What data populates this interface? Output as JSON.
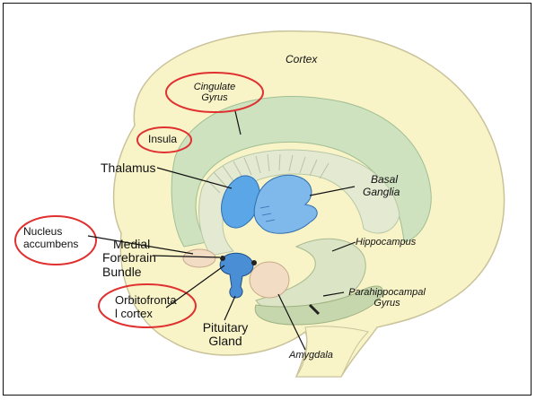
{
  "labels": {
    "cortex": "Cortex",
    "cingulate_1": "Cingulate",
    "cingulate_2": "Gyrus",
    "insula": "Insula",
    "thalamus": "Thalamus",
    "basal_1": "Basal",
    "basal_2": "Ganglia",
    "nucleus_1": "Nucleus",
    "nucleus_2": "accumbens",
    "mfb_1": "Medial",
    "mfb_2": "Forebrain",
    "mfb_3": "Bundle",
    "hippocampus": "Hippocampus",
    "orbito_1": "Orbitofronta",
    "orbito_2": "l cortex",
    "parahippo_1": "Parahippocampal",
    "parahippo_2": "Gyrus",
    "pituitary_1": "Pituitary",
    "pituitary_2": "Gland",
    "amygdala": "Amygdala"
  },
  "colors": {
    "brain_fill": "#f8f4c8",
    "limbic_green": "#cfe2c0",
    "limbic_dark": "#b9d3ac",
    "structure_blue": "#5aa6e6",
    "circle_red": "#e03030"
  }
}
